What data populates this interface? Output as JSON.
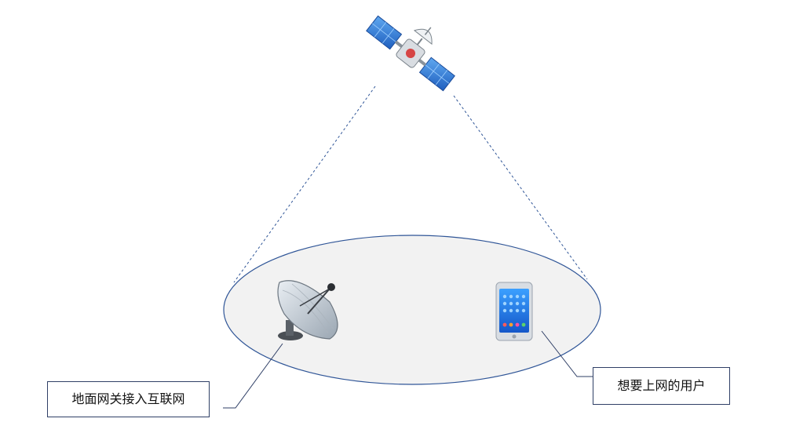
{
  "diagram": {
    "nodes": {
      "satellite": {
        "icon": "satellite-icon"
      },
      "gateway": {
        "icon": "satellite-dish-icon",
        "label": "地面网关接入互联网"
      },
      "user": {
        "icon": "smartphone-icon",
        "label": "想要上网的用户"
      }
    },
    "coverage_area": {
      "shape": "ellipse",
      "fill": "#f2f2f2",
      "stroke": "#2f5597"
    },
    "beam_lines": {
      "style": "dashed",
      "color": "#2f5597"
    },
    "callout_line_color": "#2f3f66"
  }
}
